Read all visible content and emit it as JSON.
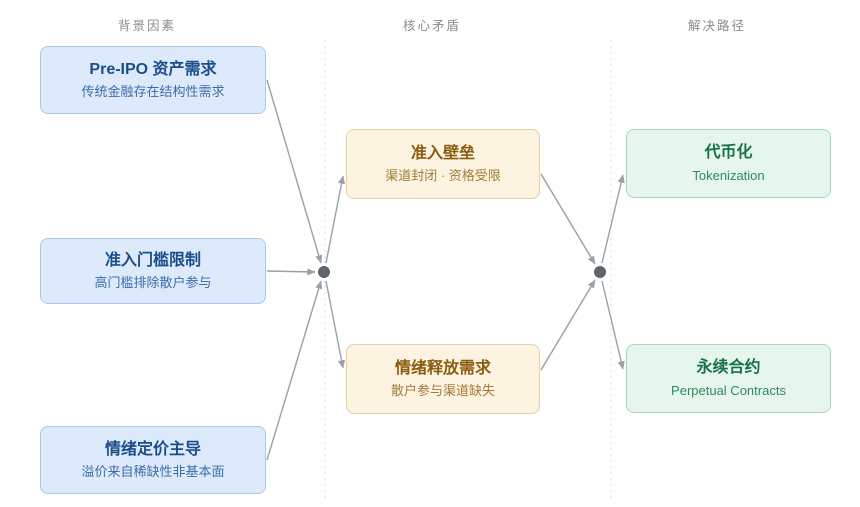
{
  "diagram": {
    "columns": [
      {
        "header": "背景因素"
      },
      {
        "header": "核心矛盾"
      },
      {
        "header": "解决路径"
      }
    ],
    "background_nodes": [
      {
        "title": "Pre-IPO 资产需求",
        "subtitle": "传统金融存在结构性需求"
      },
      {
        "title": "准入门槛限制",
        "subtitle": "高门槛排除散户参与"
      },
      {
        "title": "情绪定价主导",
        "subtitle": "溢价来自稀缺性非基本面"
      }
    ],
    "core_nodes": [
      {
        "title": "准入壁垒",
        "subtitle": "渠道封闭 · 资格受限"
      },
      {
        "title": "情绪释放需求",
        "subtitle": "散户参与渠道缺失"
      }
    ],
    "solution_nodes": [
      {
        "title": "代币化",
        "subtitle": "Tokenization"
      },
      {
        "title": "永续合约",
        "subtitle": "Perpetual Contracts"
      }
    ],
    "flow": {
      "left_junction": {
        "inputs": [
          "Pre-IPO 资产需求",
          "准入门槛限制",
          "情绪定价主导"
        ],
        "outputs": [
          "准入壁垒",
          "情绪释放需求"
        ]
      },
      "right_junction": {
        "inputs": [
          "准入壁垒",
          "情绪释放需求"
        ],
        "outputs": [
          "代币化",
          "永续合约"
        ]
      }
    },
    "colors": {
      "background_fill": "#ddeafb",
      "background_border": "#a6c8ee",
      "background_title": "#1c4d8b",
      "background_subtitle": "#3f6ca6",
      "core_fill": "#fdf3e1",
      "core_border": "#e6cfa0",
      "core_title": "#8a5c10",
      "core_subtitle": "#a07c3a",
      "solution_fill": "#e7f6ed",
      "solution_border": "#a4d8ba",
      "solution_title": "#147347",
      "solution_subtitle": "#2e8a5c",
      "connector": "#98a0a8",
      "junction": "#5f656d",
      "header_text": "#8c8c8c",
      "divider": "#dcdcdc"
    }
  }
}
